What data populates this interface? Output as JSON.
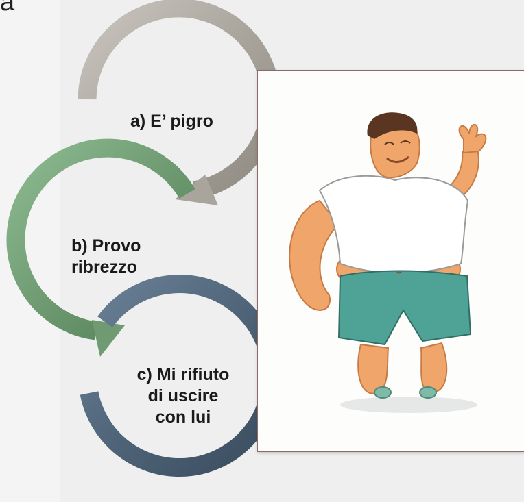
{
  "corner_text": "a",
  "diagram": {
    "steps": [
      {
        "label": "a) E’ pigro",
        "color": "#a9a49c"
      },
      {
        "label_lines": [
          "b) Provo",
          "ribrezzo"
        ],
        "color": "#6f9a72"
      },
      {
        "label_lines": [
          "c) Mi rifiuto",
          "di uscire",
          "con lui"
        ],
        "color": "#4f6478"
      }
    ]
  },
  "illustration": {
    "subject": "cartoon-overweight-man",
    "colors": {
      "skin": "#f0a66a",
      "shirt": "#ffffff",
      "shorts": "#4fa296",
      "hair": "#5a3522",
      "frame_border": "#8c6b6b"
    }
  }
}
